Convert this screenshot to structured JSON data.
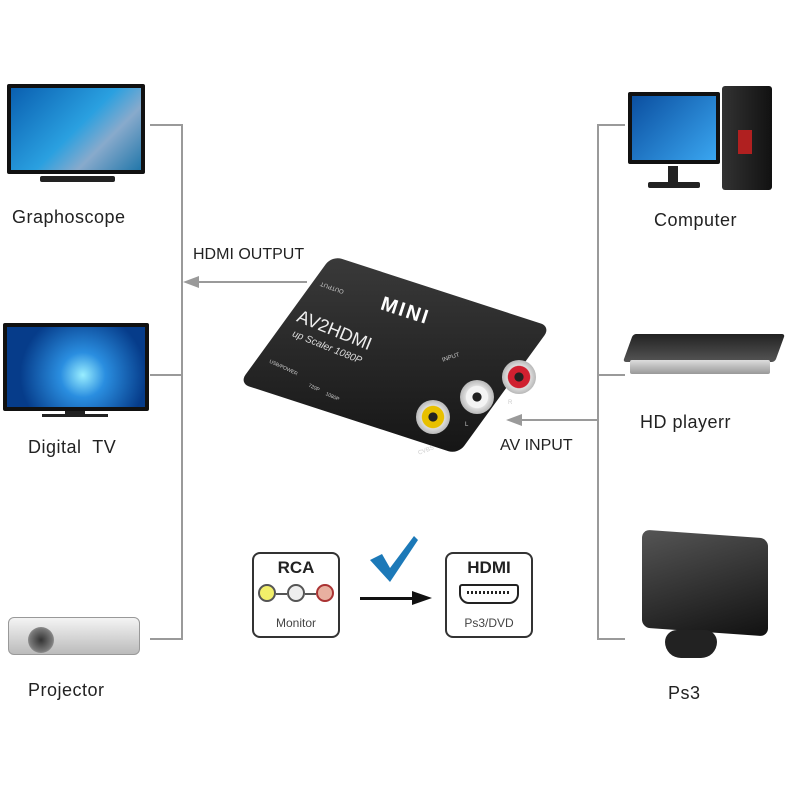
{
  "left_devices": [
    {
      "label": "Graphoscope"
    },
    {
      "label": "Digital  TV"
    },
    {
      "label": "Projector"
    }
  ],
  "right_devices": [
    {
      "label": "Computer"
    },
    {
      "label": "HD playerr"
    },
    {
      "label": "Ps3"
    }
  ],
  "arrows": {
    "output": "HDMI OUTPUT",
    "input": "AV INPUT"
  },
  "adapter": {
    "brand": "MINI",
    "model": "AV2HDMI",
    "subtitle": "up Scaler 1080P",
    "output": "OUTPUT",
    "input": "INPUT",
    "usb": "USB/POWER",
    "res1": "720P",
    "res2": "1080P",
    "cvbs": "CVBS",
    "l": "L",
    "r": "R"
  },
  "conversion": {
    "from_title": "RCA",
    "from_sub": "Monitor",
    "to_title": "HDMI",
    "to_sub": "Ps3/DVD"
  },
  "colors": {
    "line": "#9a9a9a",
    "check": "#1c79b8",
    "rca_yellow": "#f2ef6a",
    "rca_red": "#d04a3a"
  }
}
